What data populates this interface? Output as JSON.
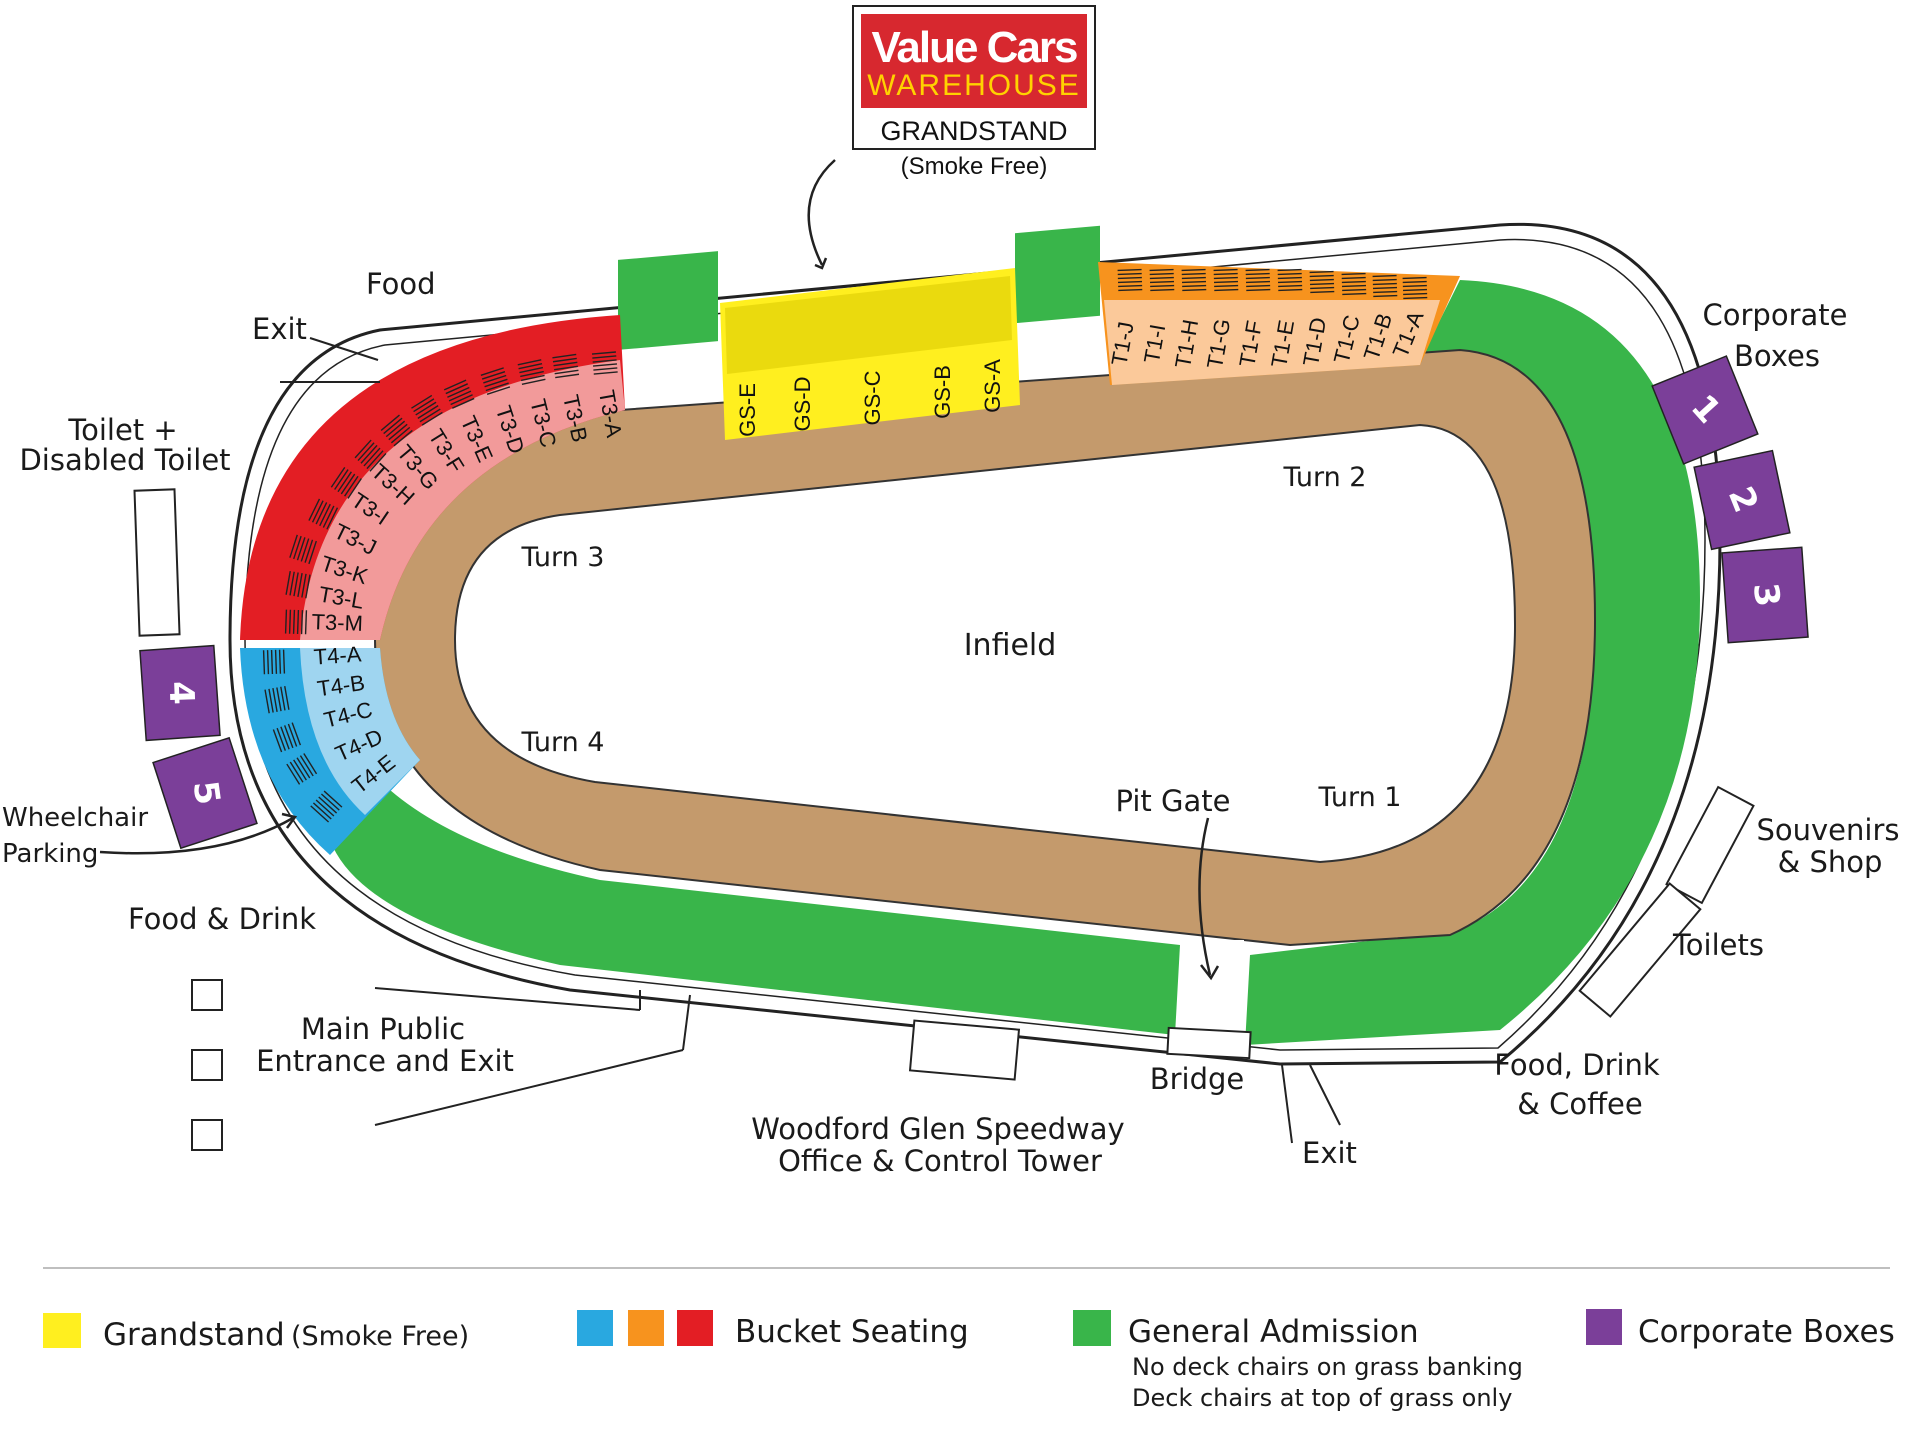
{
  "sponsor": {
    "logo_line1": "Value Cars",
    "logo_line2": "WAREHOUSE",
    "stand_name": "GRANDSTAND",
    "note": "(Smoke Free)"
  },
  "map_labels": {
    "food": "Food",
    "exit_top": "Exit",
    "toilet_line1": "Toilet +",
    "toilet_line2": "Disabled Toilet",
    "wheelchair_line1": "Wheelchair",
    "wheelchair_line2": "Parking",
    "food_drink": "Food & Drink",
    "main_entrance_line1": "Main Public",
    "main_entrance_line2": "Entrance and Exit",
    "office_line1": "Woodford Glen Speedway",
    "office_line2": "Office & Control Tower",
    "bridge": "Bridge",
    "exit_bottom": "Exit",
    "food_drink_coffee_line1": "Food, Drink",
    "food_drink_coffee_line2": "& Coffee",
    "toilets": "Toilets",
    "souvenirs_line1": "Souvenirs",
    "souvenirs_line2": "& Shop",
    "corporate_line1": "Corporate",
    "corporate_line2": "Boxes",
    "turn1": "Turn 1",
    "turn2": "Turn 2",
    "turn3": "Turn 3",
    "turn4": "Turn 4",
    "infield": "Infield",
    "pit_gate": "Pit Gate"
  },
  "sections": {
    "grandstand": [
      "GS-E",
      "GS-D",
      "GS-C",
      "GS-B",
      "GS-A"
    ],
    "turn1": [
      "T1-J",
      "T1-I",
      "T1-H",
      "T1-G",
      "T1-F",
      "T1-E",
      "T1-D",
      "T1-C",
      "T1-B",
      "T1-A"
    ],
    "turn3": [
      "T3-A",
      "T3-B",
      "T3-C",
      "T3-D",
      "T3-E",
      "T3-F",
      "T3-G",
      "T3-H",
      "T3-I",
      "T3-J",
      "T3-K",
      "T3-L",
      "T3-M"
    ],
    "turn4": [
      "T4-A",
      "T4-B",
      "T4-C",
      "T4-D",
      "T4-E"
    ]
  },
  "corporate_boxes": [
    "1",
    "2",
    "3",
    "4",
    "5"
  ],
  "legend": {
    "grandstand": "Grandstand",
    "grandstand_note": "(Smoke Free)",
    "bucket": "Bucket Seating",
    "general": "General Admission",
    "general_note1": "No deck chairs on grass banking",
    "general_note2": "Deck chairs at top of grass only",
    "corporate": "Corporate Boxes"
  },
  "colors": {
    "grandstand": "#ffef1f",
    "bucket_blue": "#29a8e0",
    "bucket_orange": "#f7931e",
    "bucket_red": "#e31e24",
    "general": "#39b54a",
    "corporate": "#7b3f99",
    "track": "#c49a6c",
    "logo_red": "#d7282f",
    "logo_yellow": "#ffd200"
  }
}
